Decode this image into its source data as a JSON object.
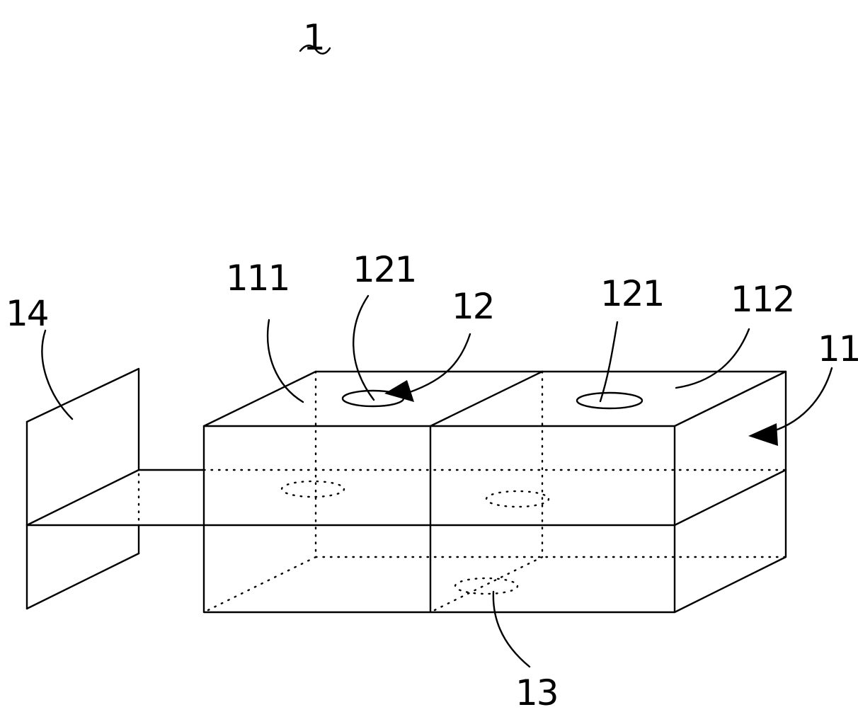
{
  "figure": {
    "title_numeral": "1",
    "labels": {
      "side_panel": "14",
      "first_section": "111",
      "first_opening": "121",
      "opening_group": "12",
      "second_opening": "121",
      "second_section": "112",
      "housing": "11",
      "bottom_opening": "13"
    }
  }
}
